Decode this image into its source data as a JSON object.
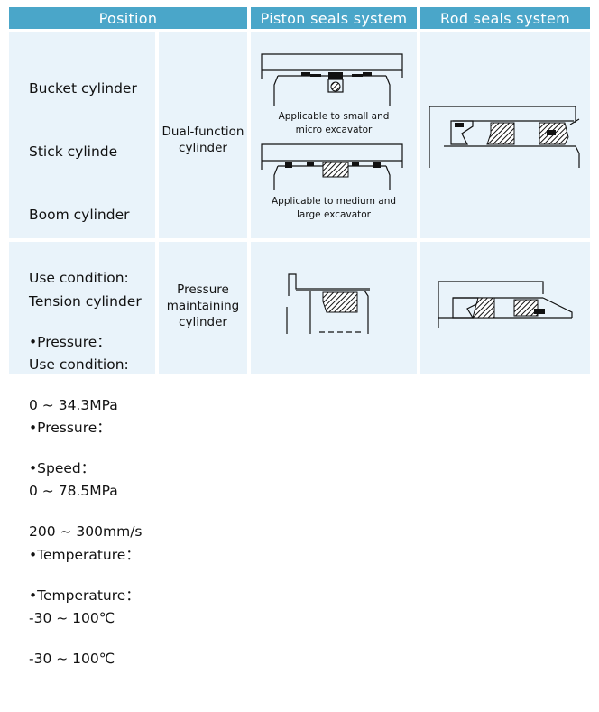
{
  "headers": {
    "position": "Position",
    "piston": "Piston seals system",
    "rod": "Rod seals system"
  },
  "row1": {
    "position_lines": [
      "Bucket cylinder",
      "Stick cylinde",
      "Boom cylinder",
      "Use condition:",
      "•Pressure：",
      "0 ~ 34.3MPa",
      "•Speed：",
      "200 ~ 300mm/s",
      "•Temperature：",
      "-30 ~ 100℃"
    ],
    "type_line1": "Dual-function",
    "type_line2": "cylinder",
    "caption_small_1": "Applicable to small and",
    "caption_small_2": "micro excavator",
    "caption_medium_1": "Applicable to medium and",
    "caption_medium_2": "large excavator"
  },
  "row2": {
    "position_lines": [
      "Tension cylinder",
      "Use condition:",
      "•Pressure：",
      "0 ~ 78.5MPa",
      "•Temperature：",
      "-30 ~ 100℃"
    ],
    "type_line1": "Pressure",
    "type_line2": "maintaining",
    "type_line3": "cylinder"
  },
  "colors": {
    "header_bg": "#4aa6c9",
    "cell_bg": "#e9f3fa",
    "header_text": "#ffffff"
  }
}
